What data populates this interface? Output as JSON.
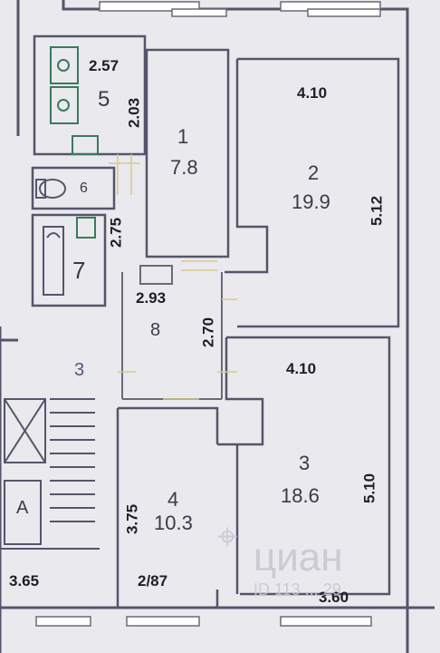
{
  "rooms": [
    {
      "id": "1",
      "area": "7.8"
    },
    {
      "id": "2",
      "area": "19.9"
    },
    {
      "id": "3",
      "area": "18.6"
    },
    {
      "id": "4",
      "area": "10.3"
    },
    {
      "id": "5"
    },
    {
      "id": "6"
    },
    {
      "id": "7"
    },
    {
      "id": "8"
    }
  ],
  "stair_label": "3",
  "elevator_label": "A",
  "dimensions": {
    "bath_width": "2.57",
    "bath_depth": "2.03",
    "wc_depth": "2.75",
    "hall_width": "2.93",
    "hall_depth": "2.70",
    "room2_width": "4.10",
    "room2_depth": "5.12",
    "room3_width": "4.10",
    "room3_depth": "5.10",
    "room4_depth": "3.75",
    "left_bottom": "3.65",
    "right_bottom": "3.60"
  },
  "apartment_number": "2/87",
  "watermark": {
    "brand": "циан",
    "id_line": "ID 113 ... 29"
  },
  "colors": {
    "wall": "#4a4a58",
    "line": "#6a6a78",
    "background": "#e9e9ee",
    "tick": "#d8c98a"
  }
}
